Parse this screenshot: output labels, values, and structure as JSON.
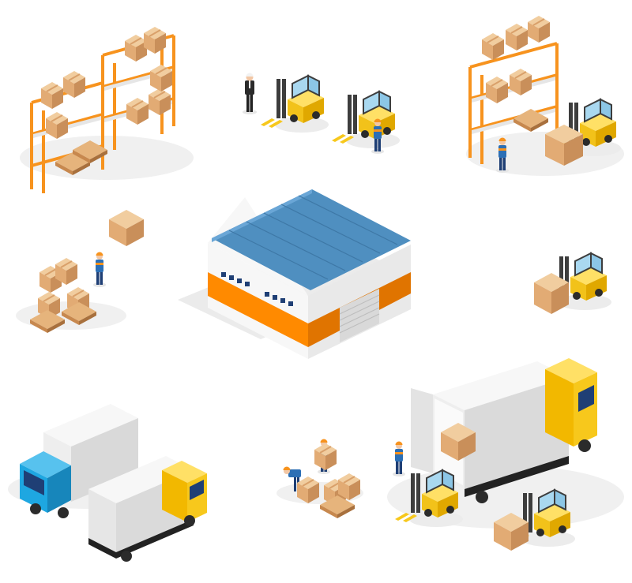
{
  "scene": {
    "background": "#ffffff",
    "colors": {
      "shelf_orange": "#f7931e",
      "box_tan": "#e8b98a",
      "box_shade": "#c98f5a",
      "forklift_yellow": "#f7d21c",
      "forklift_dark": "#4a4a4a",
      "roof_blue": "#4f8fc0",
      "wall_white": "#f2f2f2",
      "band_orange": "#ff8a00",
      "truck_cyan": "#1ea7e1",
      "truck_yellow": "#f7c81c",
      "worker_blue": "#2c6fb5",
      "helmet_orange": "#f7931e",
      "ground_shadow": "#ebebeb"
    },
    "objects": [
      {
        "name": "storage-rack-top-left",
        "icon": "shelving-icon"
      },
      {
        "name": "forklifts-with-manager",
        "icon": "forklift-icon"
      },
      {
        "name": "storage-rack-top-right",
        "icon": "shelving-icon"
      },
      {
        "name": "worker-with-pallets",
        "icon": "worker-icon"
      },
      {
        "name": "warehouse-building",
        "icon": "warehouse-icon"
      },
      {
        "name": "forklift-with-boxes",
        "icon": "forklift-icon"
      },
      {
        "name": "delivery-trucks",
        "icon": "truck-icon"
      },
      {
        "name": "workers-loading-boxes",
        "icon": "worker-icon"
      },
      {
        "name": "truck-unloading",
        "icon": "truck-icon"
      }
    ]
  }
}
